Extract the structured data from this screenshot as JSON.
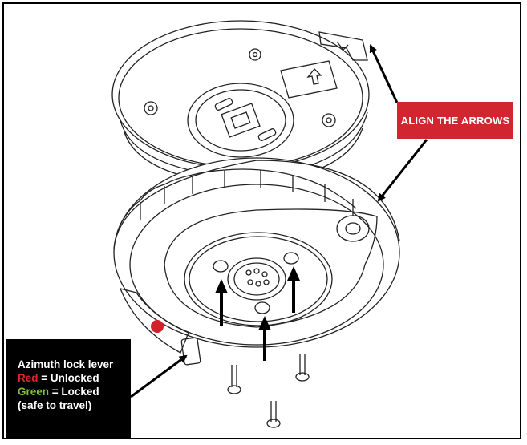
{
  "colors": {
    "callout_bg": "#d1262f",
    "legend_bg": "#000000",
    "red_status": "#e0262b",
    "green_status": "#7cbd42",
    "indicator_dot": "#d4202a"
  },
  "callouts": {
    "align_label": "ALIGN THE ARROWS"
  },
  "legend": {
    "title": "Azimuth lock lever",
    "red_word": "Red",
    "red_rest": " = Unlocked",
    "green_word": "Green",
    "green_rest": " = Locked",
    "note": "(safe to travel)"
  },
  "icons": [
    "mount-top-plate-icon",
    "mount-base-plate-icon",
    "screw-icon",
    "arrow-pointer-icon"
  ]
}
